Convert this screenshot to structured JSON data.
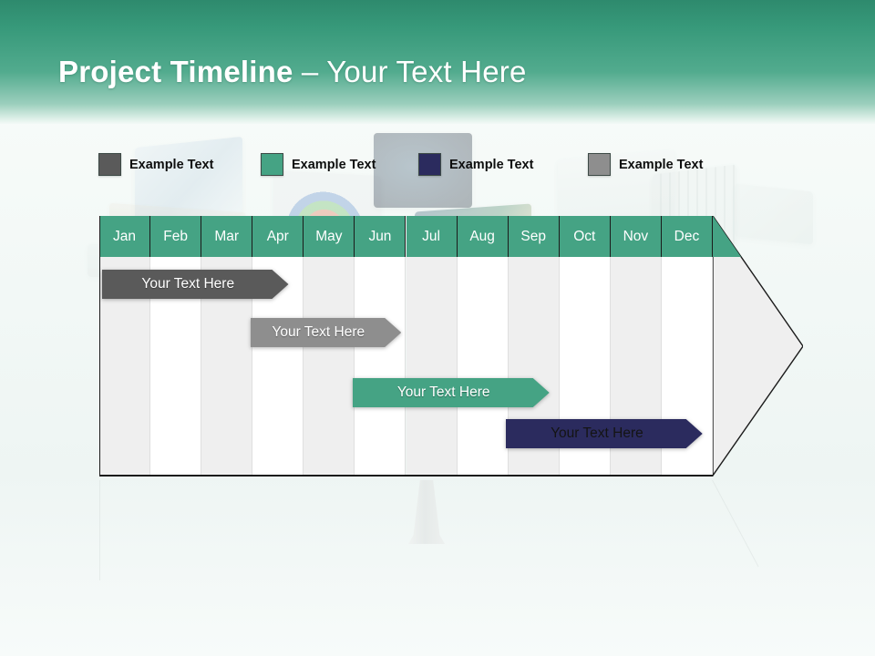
{
  "slide": {
    "title_bold": "Project Timeline",
    "title_dash": " – ",
    "title_light": "Your Text Here",
    "header_gradient_top": "#2e8a6d",
    "header_gradient_bottom": "#f3faf7",
    "background_color": "#f4f9f7"
  },
  "legend": {
    "items": [
      {
        "label": "Example Text",
        "color": "#5a5a5a",
        "x": 108
      },
      {
        "label": "Example Text",
        "color": "#45a384",
        "x": 286
      },
      {
        "label": "Example Text",
        "color": "#2b2b5e",
        "x": 459
      },
      {
        "label": "Example Text",
        "color": "#8e8e8e",
        "x": 645
      }
    ]
  },
  "chart_data": {
    "type": "bar",
    "title": "Project Timeline – Your Text Here",
    "xlabel": "",
    "ylabel": "",
    "categories": [
      "Jan",
      "Feb",
      "Mar",
      "Apr",
      "May",
      "Jun",
      "Jul",
      "Aug",
      "Sep",
      "Oct",
      "Nov",
      "Dec"
    ],
    "header_color": "#45a384",
    "header_text_color": "#ffffff",
    "column_stripe_colors": [
      "#efefef",
      "#ffffff"
    ],
    "series": [
      {
        "name": "Your  Text Here",
        "label": "Your  Text Here",
        "color": "#5a5a5a",
        "text_color": "#ffffff",
        "start_month": "Jan",
        "end_month": "Apr",
        "start_index": 0,
        "end_index": 3.7,
        "row": 1
      },
      {
        "name": "Your  Text Here",
        "label": "Your  Text Here",
        "color": "#8e8e8e",
        "text_color": "#ffffff",
        "start_month": "Apr",
        "end_month": "Jul",
        "start_index": 2.9,
        "end_index": 5.9,
        "row": 2
      },
      {
        "name": "Your  Text Here",
        "label": "Your  Text Here",
        "color": "#45a384",
        "text_color": "#ffffff",
        "start_month": "Jun",
        "end_month": "Sep",
        "start_index": 4.9,
        "end_index": 8.8,
        "row": 3
      },
      {
        "name": "Your  Text Here",
        "label": "Your  Text Here",
        "color": "#2b2b5e",
        "text_color": "#141414",
        "start_month": "Sep",
        "end_month": "Dec",
        "start_index": 7.9,
        "end_index": 11.8,
        "row": 4
      }
    ],
    "arrow_fill": "#efefef",
    "arrow_stroke": "#1b1b1b",
    "grid": true,
    "legend_position": "top"
  }
}
